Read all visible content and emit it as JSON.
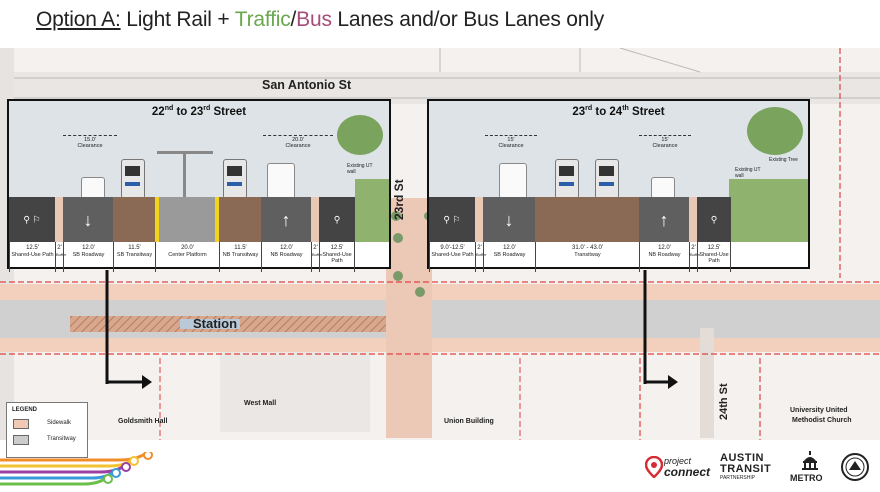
{
  "title": {
    "prefix": "Option A:",
    "part1": " Light Rail + ",
    "traffic": "Traffic",
    "slash": "/",
    "bus": "Bus",
    "rest": " Lanes and/or Bus Lanes only",
    "traffic_color": "#6aa84f",
    "bus_color": "#a64d79"
  },
  "map_labels": {
    "street_top": "San Antonio St",
    "street_23": "23rd St",
    "street_24": "24th St",
    "station": "Station",
    "goldsmith": "Goldsmith Hall",
    "west_mall": "West Mall",
    "union": "Union Building",
    "church_l1": "University United",
    "church_l2": "Methodist Church"
  },
  "panel_a": {
    "title_pre": "22",
    "title_sup1": "nd",
    "title_mid": " to 23",
    "title_sup2": "rd",
    "title_post": " Street",
    "clear_left": "15.0'",
    "clear_left_lbl": "Clearance",
    "clear_right": "20.0'",
    "clear_right_lbl": "Clearance",
    "wall_note": "Existing UT wall",
    "dims": [
      {
        "v": "12.5'",
        "l": "Shared-Use Path"
      },
      {
        "v": "2'",
        "l": "Buffer"
      },
      {
        "v": "12.0'",
        "l": "SB Roadway"
      },
      {
        "v": "11.5'",
        "l": "SB Transitway"
      },
      {
        "v": "20.0'",
        "l": "Center Platform"
      },
      {
        "v": "11.5'",
        "l": "NB Transitway"
      },
      {
        "v": "12.0'",
        "l": "NB Roadway"
      },
      {
        "v": "2'",
        "l": "Buffer"
      },
      {
        "v": "12.5'",
        "l": "Shared-Use Path"
      }
    ]
  },
  "panel_b": {
    "title_pre": "23",
    "title_sup1": "rd",
    "title_mid": " to 24",
    "title_sup2": "th",
    "title_post": " Street",
    "clear_left": "15'",
    "clear_left_lbl": "Clearance",
    "clear_right": "15'",
    "clear_right_lbl": "Clearance",
    "wall_note": "Existing UT wall",
    "tree_note": "Existing Tree",
    "dims": [
      {
        "v": "9.0'-12.5'",
        "l": "Shared-Use Path"
      },
      {
        "v": "2'",
        "l": "Buffer"
      },
      {
        "v": "12.0'",
        "l": "SB Roadway"
      },
      {
        "v": "31.0' - 43.0'",
        "l": "Transitway"
      },
      {
        "v": "12.0'",
        "l": "NB Roadway"
      },
      {
        "v": "2'",
        "l": "Buffer"
      },
      {
        "v": "12.5'",
        "l": "Shared-Use Path"
      }
    ]
  },
  "legend": {
    "title": "LEGEND",
    "sidewalk": "Sidewalk",
    "transitway": "Transitway",
    "sidewalk_color": "#f0c8b4",
    "transitway_color": "#cccccc"
  },
  "logos": {
    "pc1": "project",
    "pc2": "connect",
    "atp1": "AUSTIN",
    "atp2": "TRANSIT",
    "atp3": "PARTNERSHIP",
    "metro": "METRO"
  }
}
